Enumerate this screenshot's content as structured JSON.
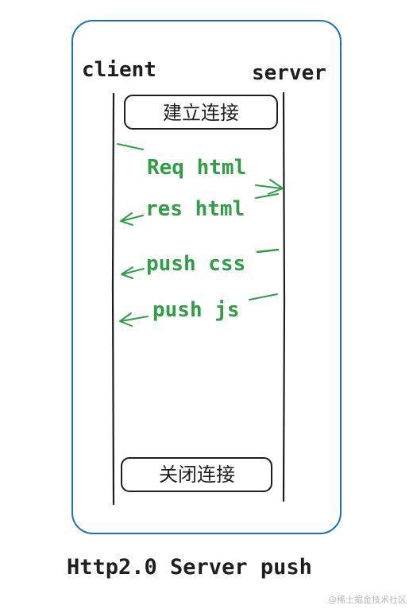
{
  "participants": {
    "client": "client",
    "server": "server"
  },
  "connection": {
    "open": "建立连接",
    "close": "关闭连接"
  },
  "messages": [
    {
      "label": "Req html",
      "direction": "to-server"
    },
    {
      "label": "res html",
      "direction": "to-client"
    },
    {
      "label": "push css",
      "direction": "to-client"
    },
    {
      "label": "push js",
      "direction": "to-client"
    }
  ],
  "caption": "Http2.0 Server push",
  "watermark": "@稀土掘金技术社区",
  "colors": {
    "frame": "#1971c2",
    "lines": "#1e1e1e",
    "messages": "#2f9e44"
  }
}
